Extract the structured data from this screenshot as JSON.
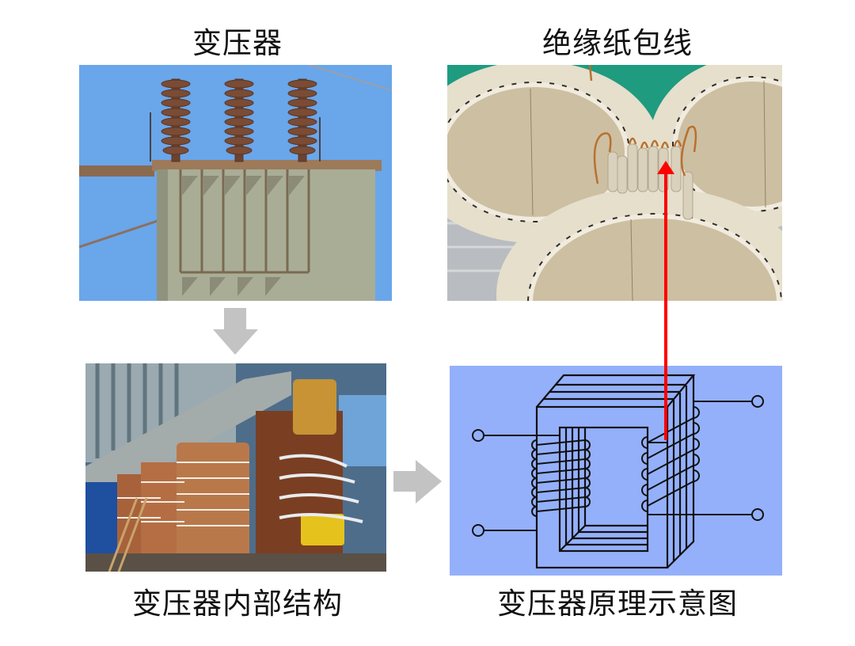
{
  "captions": {
    "transformer": "变压器",
    "insulated_wire": "绝缘纸包线",
    "internal_structure": "变压器内部结构",
    "schematic": "变压器原理示意图"
  },
  "panels": [
    {
      "id": "transformer-photo",
      "content": "pole-mounted oil transformer with three brown insulators against blue sky"
    },
    {
      "id": "insulated-wire-photo",
      "content": "coils wound with paper-insulated copper wire, leads sticking up"
    },
    {
      "id": "internal-structure-photo",
      "content": "transformer core and brown windings with tap leads"
    },
    {
      "id": "schematic-diagram",
      "content": "laminated core with primary and secondary windings and four terminals"
    }
  ],
  "arrows": [
    {
      "from": "transformer-photo",
      "to": "internal-structure-photo",
      "direction": "down",
      "color": "#c3c3c3"
    },
    {
      "from": "internal-structure-photo",
      "to": "schematic-diagram",
      "direction": "right",
      "color": "#c3c3c3"
    },
    {
      "from": "schematic-diagram",
      "to": "insulated-wire-photo",
      "direction": "up",
      "color": "#ff0000"
    }
  ],
  "colors": {
    "sky": "#6aa6ea",
    "tank": "#a9ad96",
    "rust": "#8a5a3a",
    "coil_paper": "#e4ddc8",
    "green_bg": "#1f9b80",
    "diagram_bg": "#94b0fb",
    "winding_brown": "#b9784a",
    "highlight_red": "#ff0000",
    "flow_arrow_gray": "#c3c3c3"
  }
}
